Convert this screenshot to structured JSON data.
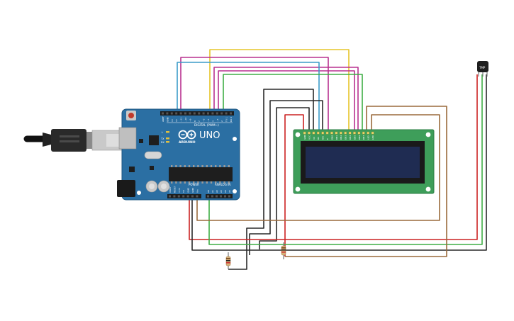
{
  "arduino": {
    "brand": "ARDUINO",
    "model": "UNO",
    "digital_label": "DIGITAL (PWM~)",
    "power_label": "POWER",
    "analog_label": "ANALOG IN",
    "digital_pins": [
      "AREF",
      "GND",
      "13",
      "12",
      "~11",
      "~10",
      "~9",
      "8",
      "7",
      "~6",
      "~5",
      "4",
      "~3",
      "2",
      "TX 1",
      "RX 0"
    ],
    "power_pins": [
      "IOREF",
      "RESET",
      "3.3V",
      "5V",
      "GND",
      "GND",
      "Vin"
    ],
    "analog_pins": [
      "A0",
      "A1",
      "A2",
      "A3",
      "A4",
      "A5"
    ],
    "leds": [
      "L",
      "TX",
      "RX"
    ]
  },
  "lcd": {
    "pin_labels": [
      "GND",
      "VCC",
      "V0",
      "RS",
      "RW",
      "E",
      "DB0",
      "DB1",
      "DB2",
      "DB3",
      "DB4",
      "DB5",
      "DB6",
      "DB7",
      "LED",
      "LED"
    ]
  },
  "sensor": {
    "label": "TMP"
  },
  "colors": {
    "board_blue": "#2b6fa3",
    "lcd_pcb": "#3e9e5a",
    "lcd_screen": "#1f2c52",
    "wire_yellow": "#e6c52a",
    "wire_magenta": "#b8308f",
    "wire_blue": "#3b9cc9",
    "wire_green": "#3fae45",
    "wire_black": "#2a2a2a",
    "wire_red": "#cc2222",
    "wire_brown": "#9a6a3c"
  }
}
